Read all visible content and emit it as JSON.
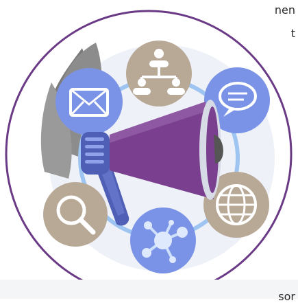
{
  "edge_text": {
    "top_right": "nen",
    "top_right_2": "t",
    "bottom_right": "sor"
  },
  "colors": {
    "ring_outline": "#6b3a86",
    "inner_bg": "#eef1f7",
    "connector": "#9ec4f2",
    "tan": "#b8a997",
    "blue": "#7a93e6",
    "purple": "#7a3f8f",
    "gray_leaf": "#7a7a7a",
    "handle_blue": "#4f5fb6"
  },
  "icons": [
    "email-icon",
    "people-hierarchy-icon",
    "chat-bubble-icon",
    "globe-icon",
    "network-hub-icon",
    "search-icon",
    "megaphone-icon"
  ]
}
